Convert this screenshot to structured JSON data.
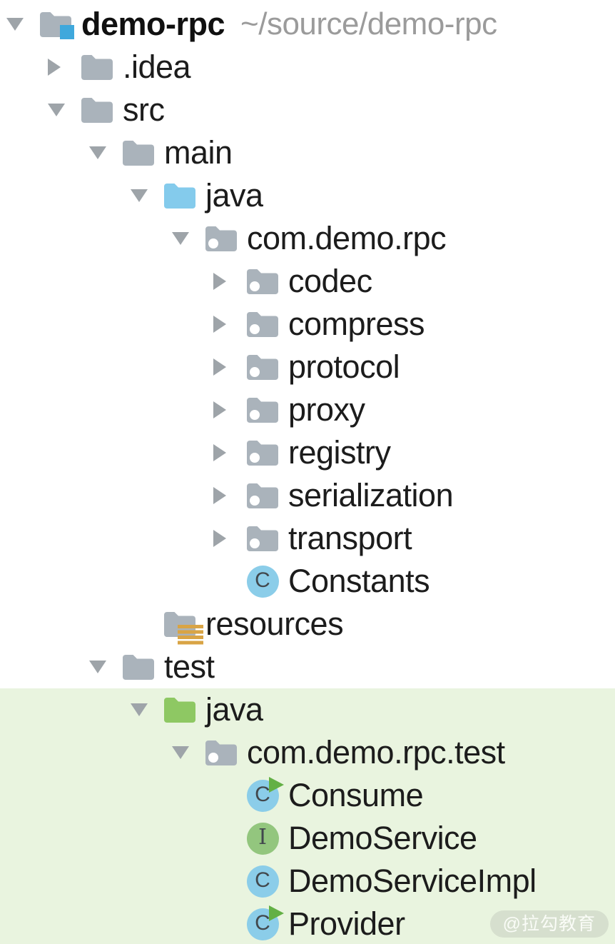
{
  "tree": [
    {
      "label": "demo-rpc",
      "path": "~/source/demo-rpc",
      "depth": 0,
      "chevron": "expanded",
      "icon": "project-folder",
      "bold": true,
      "highlight": false
    },
    {
      "label": ".idea",
      "depth": 1,
      "chevron": "collapsed",
      "icon": "folder",
      "highlight": false
    },
    {
      "label": "src",
      "depth": 1,
      "chevron": "expanded",
      "icon": "folder",
      "highlight": false
    },
    {
      "label": "main",
      "depth": 2,
      "chevron": "expanded",
      "icon": "folder",
      "highlight": false
    },
    {
      "label": "java",
      "depth": 3,
      "chevron": "expanded",
      "icon": "java-source-folder",
      "highlight": false
    },
    {
      "label": "com.demo.rpc",
      "depth": 4,
      "chevron": "expanded",
      "icon": "package",
      "highlight": false
    },
    {
      "label": "codec",
      "depth": 5,
      "chevron": "collapsed",
      "icon": "package",
      "highlight": false
    },
    {
      "label": "compress",
      "depth": 5,
      "chevron": "collapsed",
      "icon": "package",
      "highlight": false
    },
    {
      "label": "protocol",
      "depth": 5,
      "chevron": "collapsed",
      "icon": "package",
      "highlight": false
    },
    {
      "label": "proxy",
      "depth": 5,
      "chevron": "collapsed",
      "icon": "package",
      "highlight": false
    },
    {
      "label": "registry",
      "depth": 5,
      "chevron": "collapsed",
      "icon": "package",
      "highlight": false
    },
    {
      "label": "serialization",
      "depth": 5,
      "chevron": "collapsed",
      "icon": "package",
      "highlight": false
    },
    {
      "label": "transport",
      "depth": 5,
      "chevron": "collapsed",
      "icon": "package",
      "highlight": false
    },
    {
      "label": "Constants",
      "depth": 5,
      "chevron": "none",
      "icon": "class",
      "highlight": false
    },
    {
      "label": "resources",
      "depth": 3,
      "chevron": "none",
      "icon": "resources-folder",
      "highlight": false
    },
    {
      "label": "test",
      "depth": 2,
      "chevron": "expanded",
      "icon": "folder",
      "highlight": false
    },
    {
      "label": "java",
      "depth": 3,
      "chevron": "expanded",
      "icon": "test-source-folder",
      "highlight": true
    },
    {
      "label": "com.demo.rpc.test",
      "depth": 4,
      "chevron": "expanded",
      "icon": "package",
      "highlight": true
    },
    {
      "label": "Consume",
      "depth": 5,
      "chevron": "none",
      "icon": "runnable-class",
      "highlight": true
    },
    {
      "label": "DemoService",
      "depth": 5,
      "chevron": "none",
      "icon": "interface",
      "highlight": true
    },
    {
      "label": "DemoServiceImpl",
      "depth": 5,
      "chevron": "none",
      "icon": "class",
      "highlight": true
    },
    {
      "label": "Provider",
      "depth": 5,
      "chevron": "none",
      "icon": "runnable-class",
      "highlight": true
    }
  ],
  "icons": {
    "class_letter": "C",
    "interface_letter": "I"
  },
  "watermark": {
    "text": "@拉勾教育"
  },
  "colors": {
    "text": "#1c1c1c",
    "path_text": "#9b9b9b",
    "chevron": "#9ea4a9",
    "folder_gray": "#aab3bb",
    "java_folder_blue": "#84cbec",
    "test_folder_green": "#8ec863",
    "project_badge_blue": "#3fa8dc",
    "resources_gold": "#d9a445",
    "class_blue": "#8bcde9",
    "interface_green": "#93c67e",
    "run_green": "#63b045",
    "icon_letter": "#42484d",
    "highlight_green": "#e9f4df",
    "watermark_bg": "#d6dfce",
    "watermark_text": "#fafcf7"
  }
}
